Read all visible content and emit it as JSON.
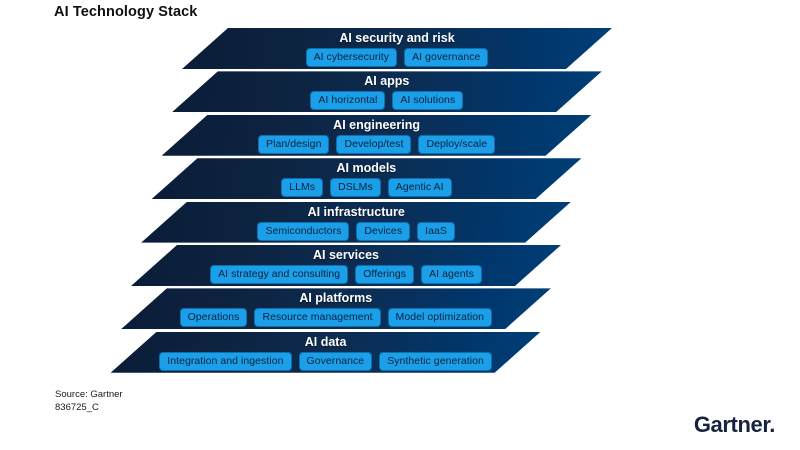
{
  "title": "AI Technology Stack",
  "colors": {
    "band_dark": "#0a1d38",
    "band_light": "#003f77",
    "pill_fill": "#1b9fe8",
    "pill_border": "#0d6fae",
    "pill_text": "#06233f",
    "title_text": "#101010",
    "logo": "#16233f"
  },
  "stack": {
    "layers": [
      {
        "title": "AI security and risk",
        "items": [
          "AI cybersecurity",
          "AI governance"
        ]
      },
      {
        "title": "AI apps",
        "items": [
          "AI horizontal",
          "AI solutions"
        ]
      },
      {
        "title": "AI engineering",
        "items": [
          "Plan/design",
          "Develop/test",
          "Deploy/scale"
        ]
      },
      {
        "title": "AI models",
        "items": [
          "LLMs",
          "DSLMs",
          "Agentic AI"
        ]
      },
      {
        "title": "AI infrastructure",
        "items": [
          "Semiconductors",
          "Devices",
          "IaaS"
        ]
      },
      {
        "title": "AI services",
        "items": [
          "AI strategy and consulting",
          "Offerings",
          "AI agents"
        ]
      },
      {
        "title": "AI platforms",
        "items": [
          "Operations",
          "Resource management",
          "Model optimization"
        ]
      },
      {
        "title": "AI data",
        "items": [
          "Integration and ingestion",
          "Governance",
          "Synthetic generation"
        ]
      }
    ]
  },
  "source": {
    "line1": "Source: Gartner",
    "line2": "836725_C"
  },
  "logo": {
    "text": "Gartner",
    "mark": "."
  }
}
